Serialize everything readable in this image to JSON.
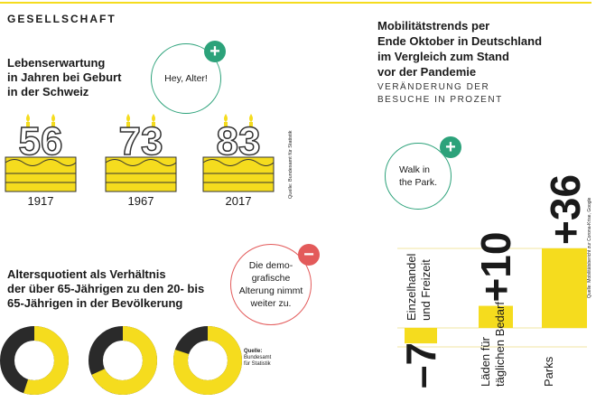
{
  "section_title": "GESELLSCHAFT",
  "life": {
    "title_lines": [
      "Lebenserwartung",
      "in Jahren bei Geburt",
      "in der Schweiz"
    ],
    "bubble_text": "Hey, Alter!",
    "cakes": [
      {
        "age": "56",
        "year": "1917"
      },
      {
        "age": "73",
        "year": "1967"
      },
      {
        "age": "83",
        "year": "2017"
      }
    ],
    "source": "Quelle: Bundesamt für Statistik"
  },
  "ratio": {
    "title_lines": [
      "Altersquotient als Verhältnis",
      "der über 65-Jährigen zu den 20- bis",
      "65-Jährigen in der Bevölkerung"
    ],
    "bubble_lines": [
      "Die demo-",
      "grafische",
      "Alterung nimmt",
      "weiter zu."
    ],
    "donut_fractions": [
      0.55,
      0.68,
      0.8
    ],
    "source_lines": [
      "Quelle:",
      "Bundesamt",
      "für Statistik"
    ]
  },
  "mobility": {
    "title_lines": [
      "Mobilitätstrends per",
      "Ende Oktober in Deutschland",
      "im Vergleich zum Stand",
      "vor der Pandemie"
    ],
    "subtitle_lines": [
      "VERÄNDERUNG DER",
      "BESUCHE IN PROZENT"
    ],
    "bubble_lines": [
      "Walk in",
      "the Park."
    ],
    "source": "Quelle: Mobilitätsbericht zur Corona-Krise, Google",
    "chart_data": {
      "type": "bar",
      "categories": [
        "Einzelhandel und Freizeit",
        "Läden für täglichen Bedarf",
        "Parks"
      ],
      "values": [
        -7,
        10,
        36
      ],
      "value_labels": [
        "–7",
        "+10",
        "+36"
      ],
      "category_lines": [
        [
          "Einzelhandel",
          "und Freizeit"
        ],
        [
          "Läden für",
          "täglichen Bedarf"
        ],
        [
          "Parks"
        ]
      ]
    }
  },
  "colors": {
    "accent": "#f5dc1e",
    "donut_base": "#2a2a2a",
    "plus": "#2ca27a",
    "minus": "#e35a5a"
  },
  "icons": [
    "plus-icon",
    "minus-icon",
    "candle-icon",
    "cake-icon"
  ]
}
